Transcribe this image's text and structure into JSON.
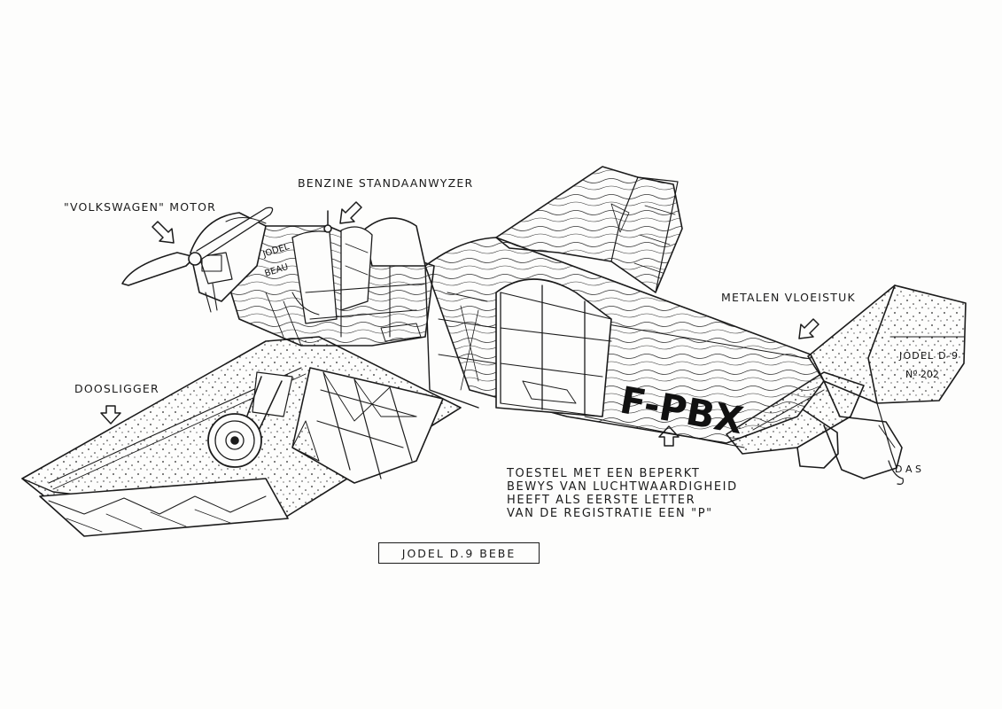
{
  "labels": {
    "engine": "\"VOLKSWAGEN\" MOTOR",
    "fuel_gauge": "BENZINE STANDAANWYZER",
    "fillet": "METALEN VLOEISTUK",
    "spar": "DOOSLIGGER"
  },
  "registration": "F-PBX",
  "tail_marking": {
    "line1": "JODEL D-9",
    "line2": "Nº 202"
  },
  "cowl_text": {
    "line1": "JODEL",
    "line2": "BEAU"
  },
  "note_lines": [
    "TOESTEL MET  EEN BEPERKT",
    "BEWYS  VAN  LUCHTWAARDIGHEID",
    "HEEFT  ALS  EERSTE  LETTER",
    "VAN DE REGISTRATIE  EEN \"P\""
  ],
  "title": "JODEL  D.9  BEBE",
  "signature": "D A S"
}
